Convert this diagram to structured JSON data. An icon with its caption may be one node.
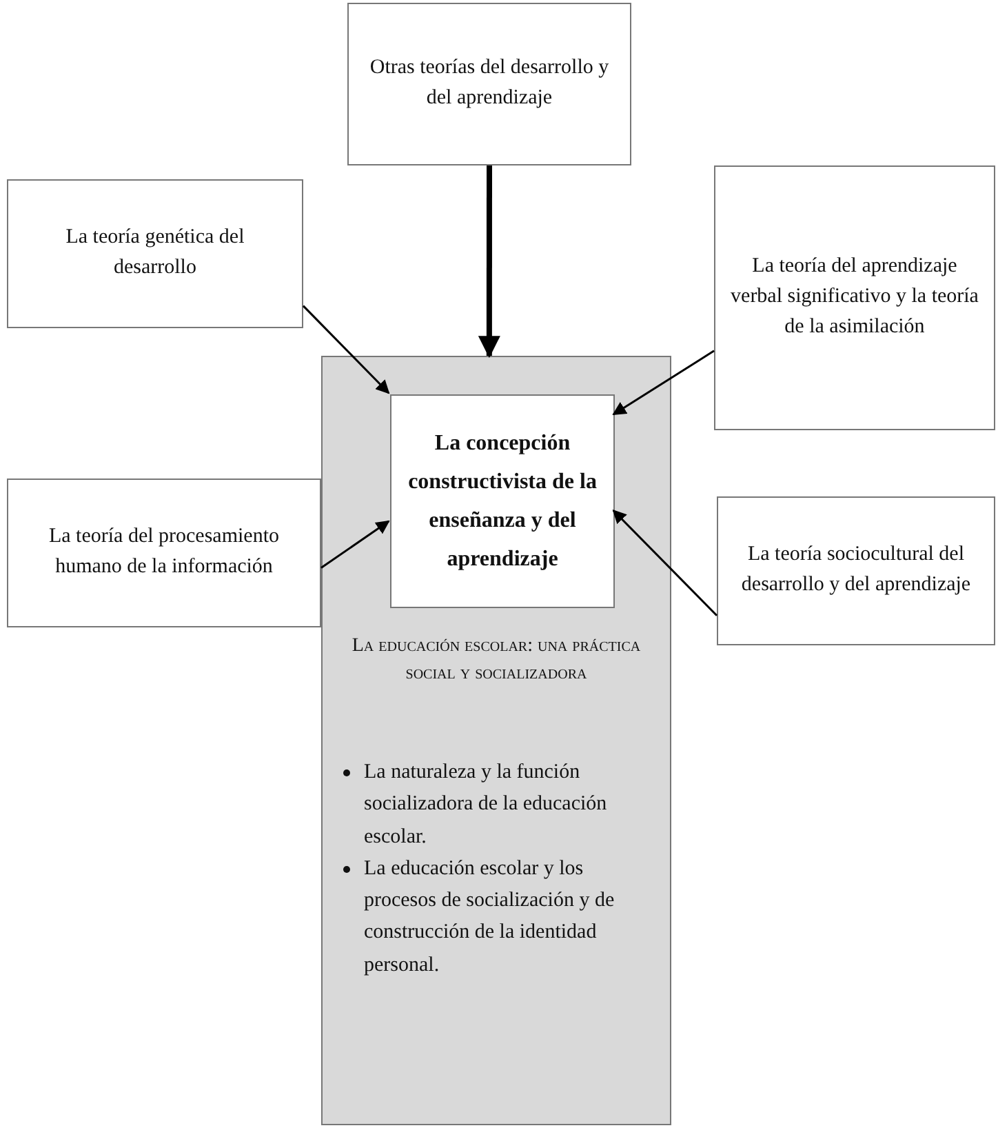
{
  "diagram": {
    "nodes": [
      {
        "text": [
          "Otras teorías del desarrollo y del aprendizaje"
        ]
      },
      {
        "text": [
          "La teoría genética del desarrollo"
        ]
      },
      {
        "text": [
          "La teoría del aprendizaje verbal significativo y la teoría de la asimilación"
        ]
      },
      {
        "text": [
          "La educación escolar: una práctica social y socializadora",
          "La naturaleza y la función socializadora de la educación escolar.",
          "La educación escolar y los procesos de socialización y de construcción de la identidad personal."
        ]
      },
      {
        "text": [
          "La concepción constructivista de la enseñanza y del aprendizaje"
        ],
        "in": 3
      },
      {
        "text": [
          "La teoría del procesamiento humano de la información"
        ]
      },
      {
        "text": [
          "La teoría sociocultural del desarrollo y del aprendizaje"
        ]
      }
    ],
    "edges": [
      {
        "from": 0,
        "to": 3,
        "arrow": "to",
        "style": "thick"
      },
      {
        "from": 1,
        "to": 4,
        "arrow": "to"
      },
      {
        "from": 2,
        "to": 4,
        "arrow": "to"
      },
      {
        "from": 5,
        "to": 4,
        "arrow": "to"
      },
      {
        "from": 6,
        "to": 4,
        "arrow": "to"
      }
    ]
  }
}
